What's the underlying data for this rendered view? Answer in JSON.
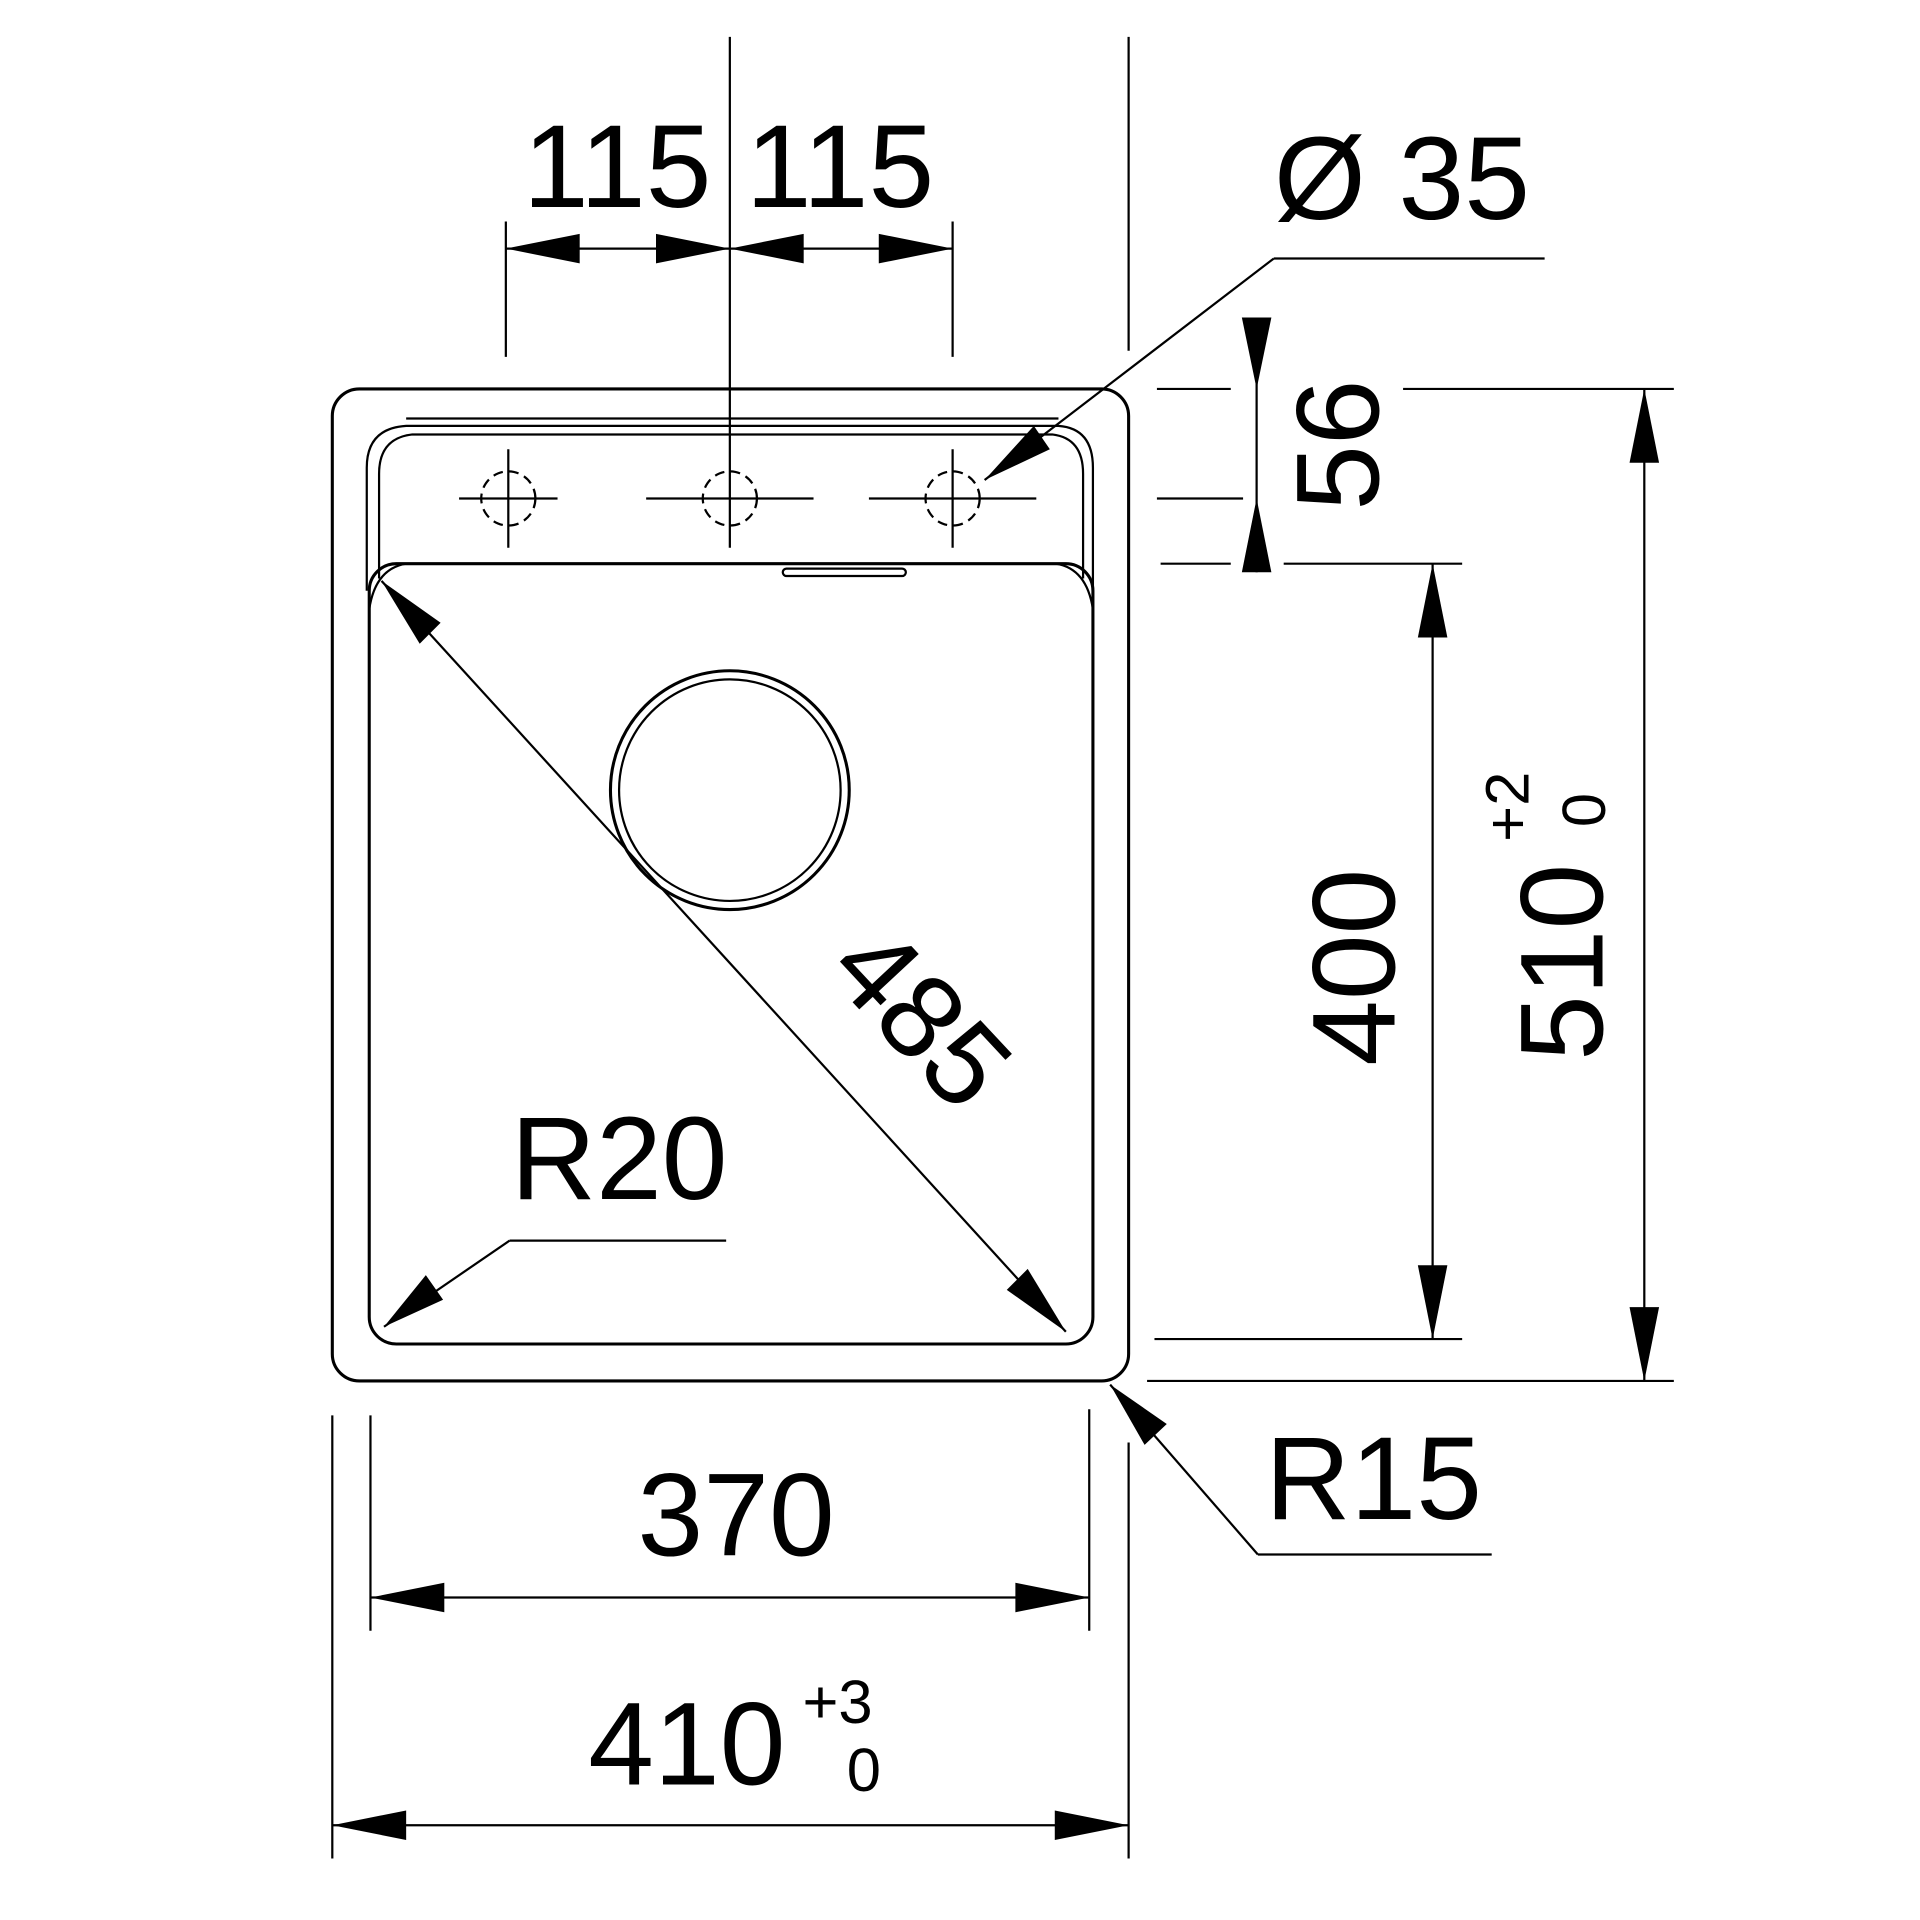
{
  "drawing": {
    "tap_spacing_left": "115",
    "tap_spacing_right": "115",
    "tap_hole_diameter": "Ø 35",
    "drainboard_depth": "56",
    "bowl_depth": "400",
    "overall_depth": "510",
    "overall_depth_tol_plus": "+2",
    "overall_depth_tol_minus": "0",
    "bowl_diagonal": "485",
    "bowl_radius": "R20",
    "bowl_width": "370",
    "outer_radius": "R15",
    "overall_width": "410",
    "overall_width_tol_plus": "+3",
    "overall_width_tol_minus": "0"
  }
}
